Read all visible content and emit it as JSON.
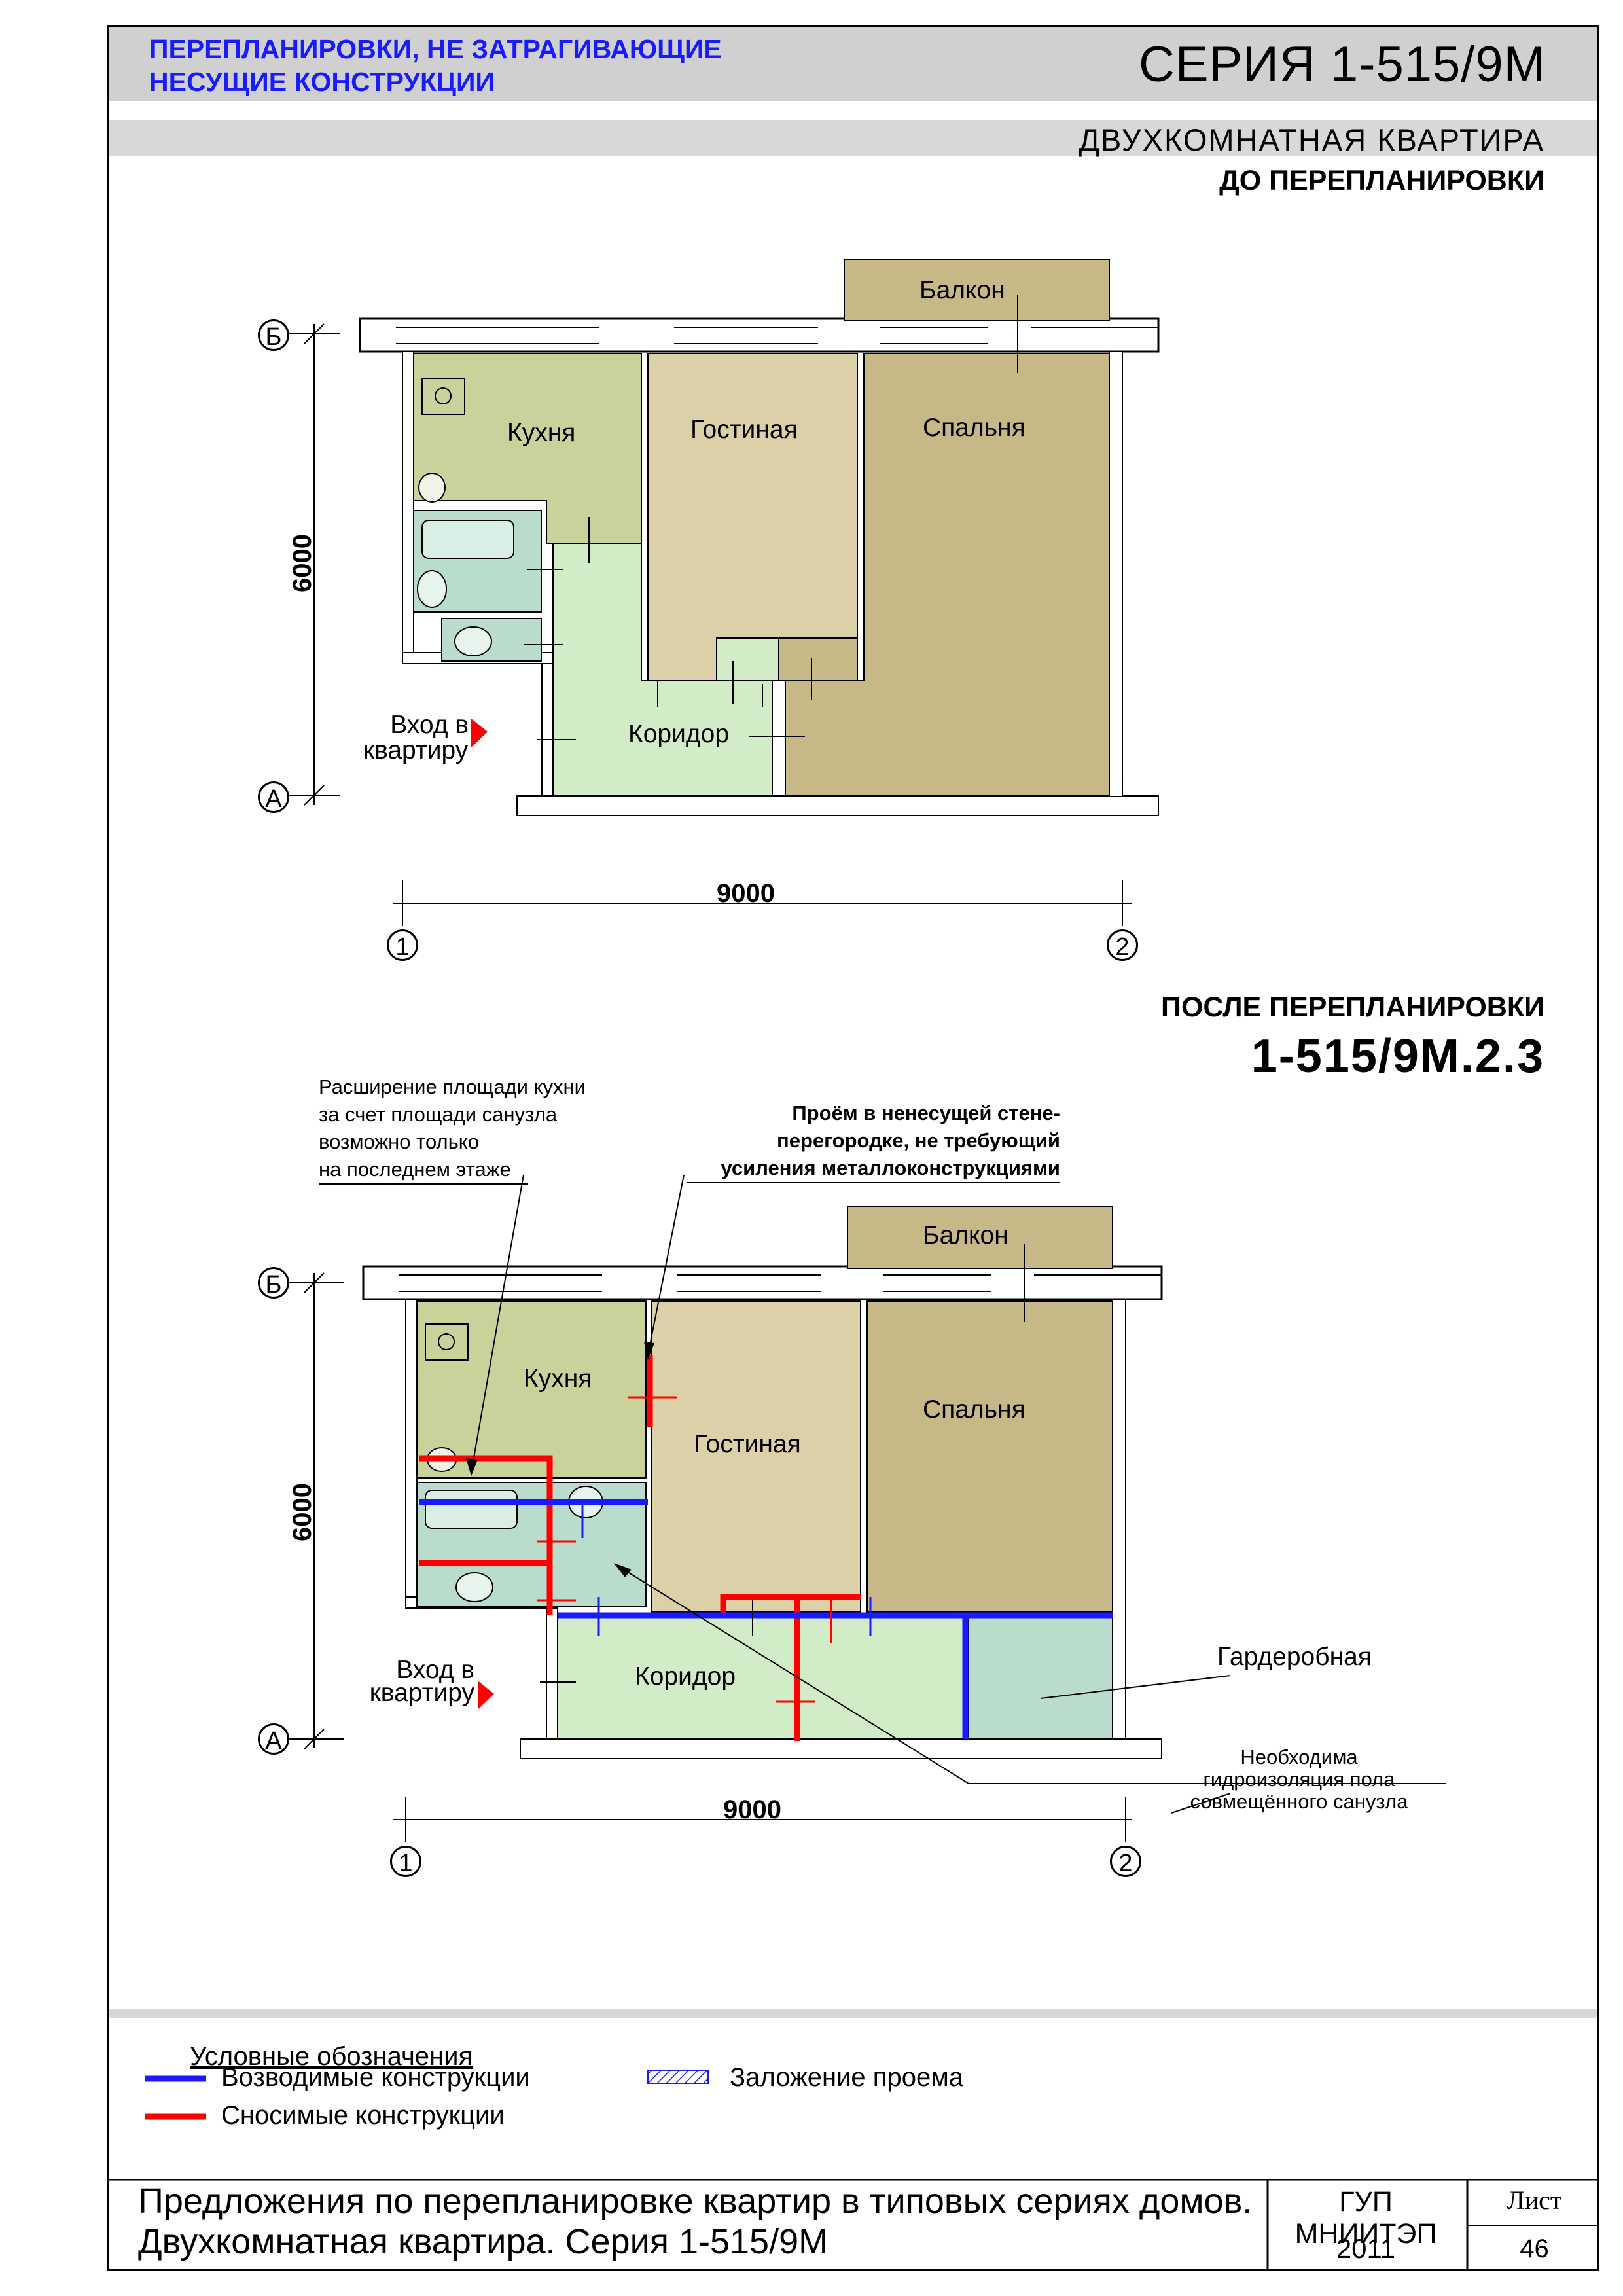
{
  "header": {
    "left_line1": "ПЕРЕПЛАНИРОВКИ, НЕ ЗАТРАГИВАЮЩИЕ",
    "left_line2": "НЕСУЩИЕ КОНСТРУКЦИИ",
    "series": "СЕРИЯ  1-515/9М",
    "subtitle": "ДВУХКОМНАТНАЯ  КВАРТИРА",
    "colors": {
      "bar": "#d0d0d0",
      "accent_text": "#1a1aff"
    }
  },
  "plan_before": {
    "state": "ДО ПЕРЕПЛАНИРОВКИ",
    "rooms": {
      "balcony": "Балкон",
      "kitchen": "Кухня",
      "living": "Гостиная",
      "bedroom": "Спальня",
      "corridor": "Коридор"
    },
    "entrance_line1": "Вход в",
    "entrance_line2": "квартиру",
    "dim_width": "9000",
    "dim_depth": "6000",
    "axes": {
      "top": "Б",
      "bottom": "А",
      "left": "1",
      "right": "2"
    }
  },
  "plan_after": {
    "state": "ПОСЛЕ ПЕРЕПЛАНИРОВКИ",
    "code": "1-515/9М.2.3",
    "rooms": {
      "balcony": "Балкон",
      "kitchen": "Кухня",
      "living": "Гостиная",
      "bedroom": "Спальня",
      "corridor": "Коридор",
      "wardrobe": "Гардеробная"
    },
    "entrance_line1": "Вход в",
    "entrance_line2": "квартиру",
    "dim_width": "9000",
    "dim_depth": "6000",
    "axes": {
      "top": "Б",
      "bottom": "А",
      "left": "1",
      "right": "2"
    },
    "notes": {
      "kitchen_line1": "Расширение площади кухни",
      "kitchen_line2": "за счет площади санузла",
      "kitchen_line3": "возможно только",
      "kitchen_line4": "на последнем этаже",
      "opening_line1": "Проём в ненесущей стене-",
      "opening_line2": "перегородке, не требующий",
      "opening_line3": "усиления металлоконструкциями",
      "waterproof_line1": "Необходима",
      "waterproof_line2": "гидроизоляция пола",
      "waterproof_line3": "совмещённого санузла"
    }
  },
  "legend": {
    "title": "Условные   обозначения",
    "built": "Возводимые конструкции",
    "demolished": "Сносимые     конструкции",
    "filled": "Заложение проема",
    "colors": {
      "built": "#1a1aff",
      "demolished": "#ff0000"
    }
  },
  "footer": {
    "line1": "Предложения по перепланировке квартир в типовых сериях домов.",
    "line2": "Двухкомнатная квартира. Серия 1-515/9М",
    "org": "ГУП МНИИТЭП",
    "year": "2011",
    "sheet_label": "Лист",
    "sheet_number": "46"
  },
  "room_colors": {
    "kitchen": "#c9d29b",
    "living": "#dcd0a8",
    "bedroom": "#c6b887",
    "corridor": "#d2ecc8",
    "bath": "#b9dccd",
    "balcony": "#c6b887"
  }
}
